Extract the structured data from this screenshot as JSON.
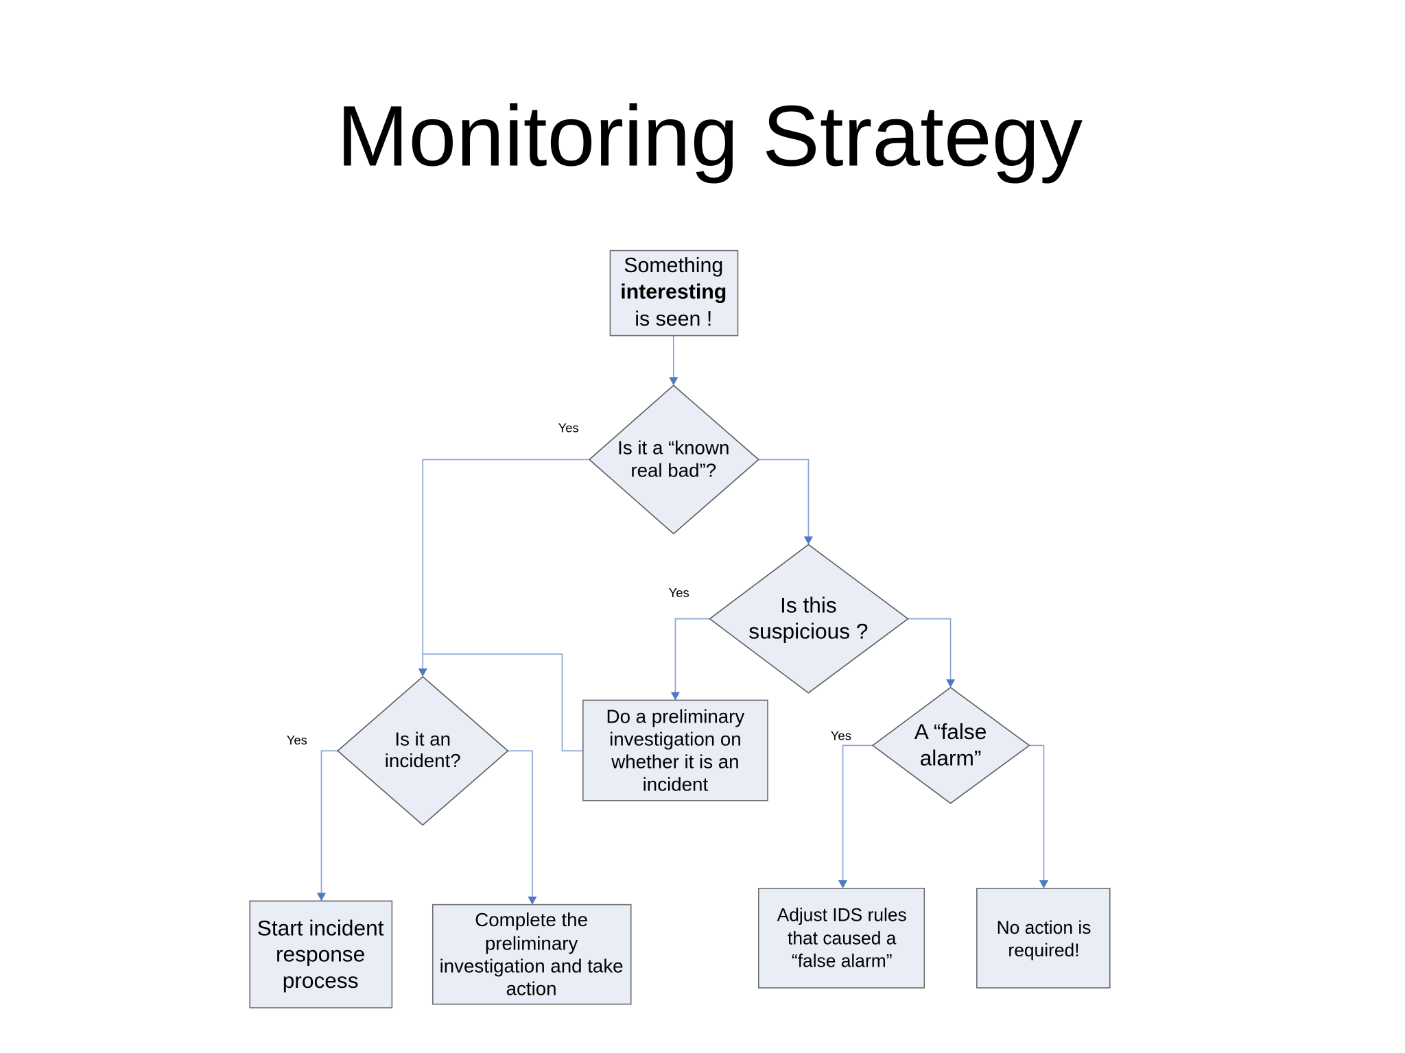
{
  "title": "Monitoring Strategy",
  "colors": {
    "node_fill": "#e9edf6",
    "connector": "#8aa6d6",
    "arrowhead": "#4f7ac0"
  },
  "nodes": {
    "start": {
      "lines": [
        "Something",
        "interesting",
        "is seen !"
      ]
    },
    "known_bad": {
      "lines": [
        "Is it a “known",
        "real bad”?"
      ]
    },
    "suspicious": {
      "lines": [
        "Is this",
        "suspicious ?"
      ]
    },
    "preliminary": {
      "lines": [
        "Do a preliminary",
        "investigation on",
        "whether it is an",
        "incident"
      ]
    },
    "incident": {
      "lines": [
        "Is it an",
        "incident?"
      ]
    },
    "false_alarm": {
      "lines": [
        "A “false",
        "alarm”"
      ]
    },
    "start_ir": {
      "lines": [
        "Start incident",
        "response",
        "process"
      ]
    },
    "complete": {
      "lines": [
        "Complete the",
        "preliminary",
        "investigation and take",
        "action"
      ]
    },
    "adjust": {
      "lines": [
        "Adjust IDS rules",
        "that caused a",
        "“false alarm”"
      ]
    },
    "no_action": {
      "lines": [
        "No action is",
        "required!"
      ]
    }
  },
  "edge_labels": {
    "yes1": "Yes",
    "yes2": "Yes",
    "yes3": "Yes",
    "yes4": "Yes"
  }
}
